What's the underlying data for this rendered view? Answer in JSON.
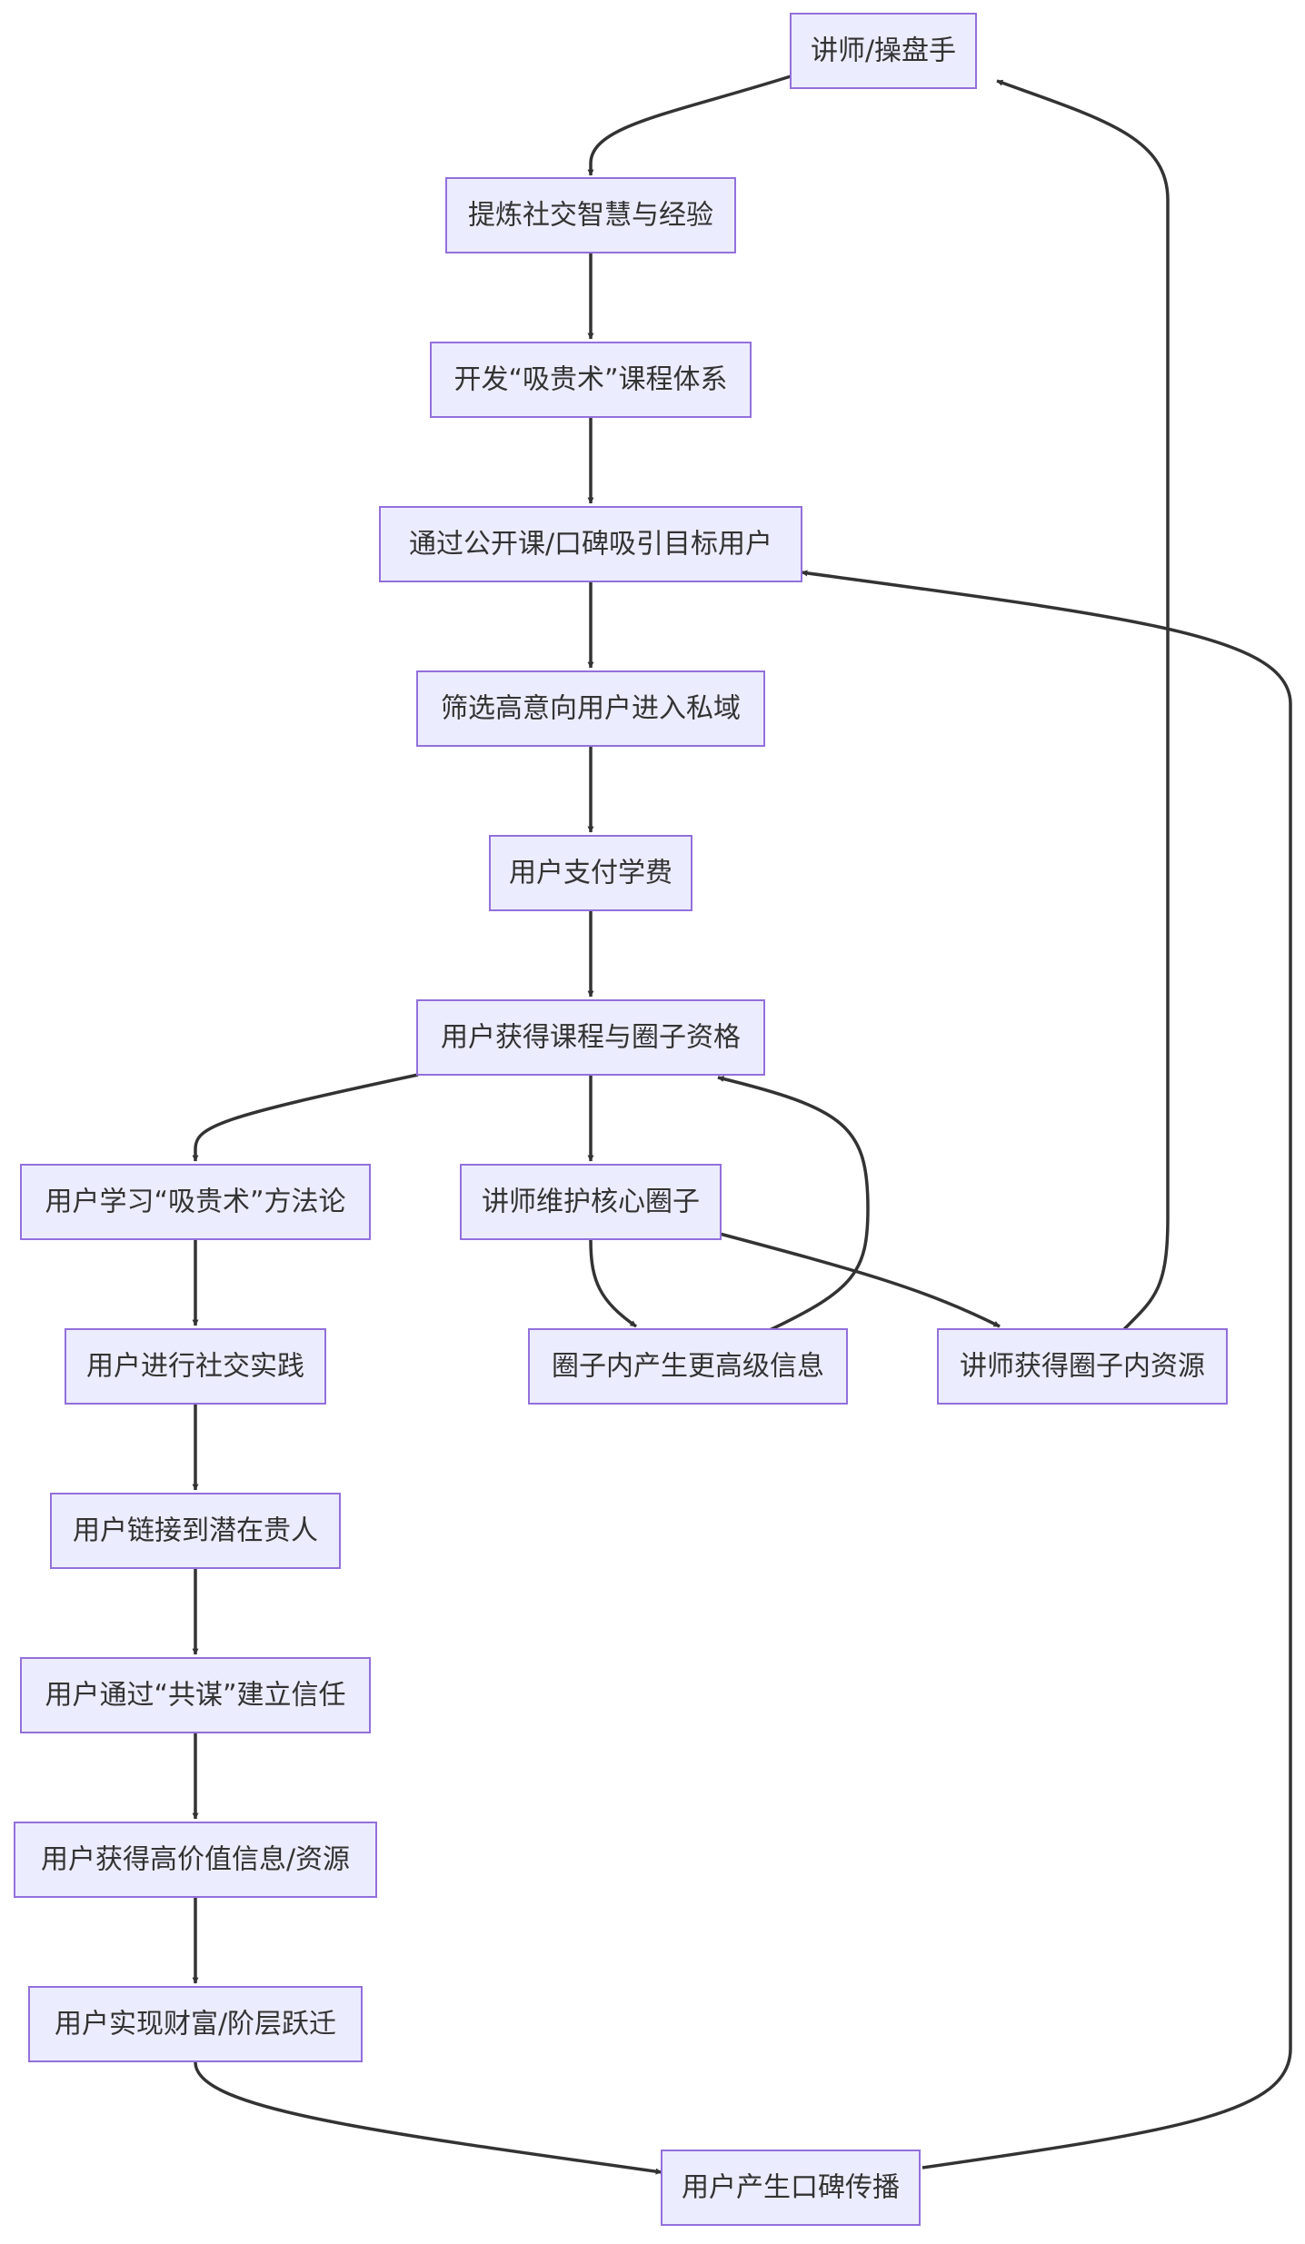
{
  "nodes": {
    "lecturer": "讲师/操盘手",
    "refine": "提炼社交智慧与经验",
    "develop": "开发“吸贵术”课程体系",
    "attract": "通过公开课/口碑吸引目标用户",
    "screen": "筛选高意向用户进入私域",
    "pay": "用户支付学费",
    "qualify": "用户获得课程与圈子资格",
    "learn": "用户学习“吸贵术”方法论",
    "maintain": "讲师维护核心圈子",
    "practice": "用户进行社交实践",
    "info": "圈子内产生更高级信息",
    "resources": "讲师获得圈子内资源",
    "connect": "用户链接到潜在贵人",
    "trust": "用户通过“共谋”建立信任",
    "value": "用户获得高价值信息/资源",
    "wealth": "用户实现财富/阶层跃迁",
    "wom": "用户产生口碑传播"
  },
  "edges": [
    [
      "lecturer",
      "refine"
    ],
    [
      "refine",
      "develop"
    ],
    [
      "develop",
      "attract"
    ],
    [
      "attract",
      "screen"
    ],
    [
      "screen",
      "pay"
    ],
    [
      "pay",
      "qualify"
    ],
    [
      "qualify",
      "learn"
    ],
    [
      "qualify",
      "maintain"
    ],
    [
      "maintain",
      "info"
    ],
    [
      "info",
      "qualify"
    ],
    [
      "maintain",
      "resources"
    ],
    [
      "resources",
      "lecturer"
    ],
    [
      "learn",
      "practice"
    ],
    [
      "practice",
      "connect"
    ],
    [
      "connect",
      "trust"
    ],
    [
      "trust",
      "value"
    ],
    [
      "value",
      "wealth"
    ],
    [
      "wealth",
      "wom"
    ],
    [
      "wom",
      "attract"
    ]
  ]
}
